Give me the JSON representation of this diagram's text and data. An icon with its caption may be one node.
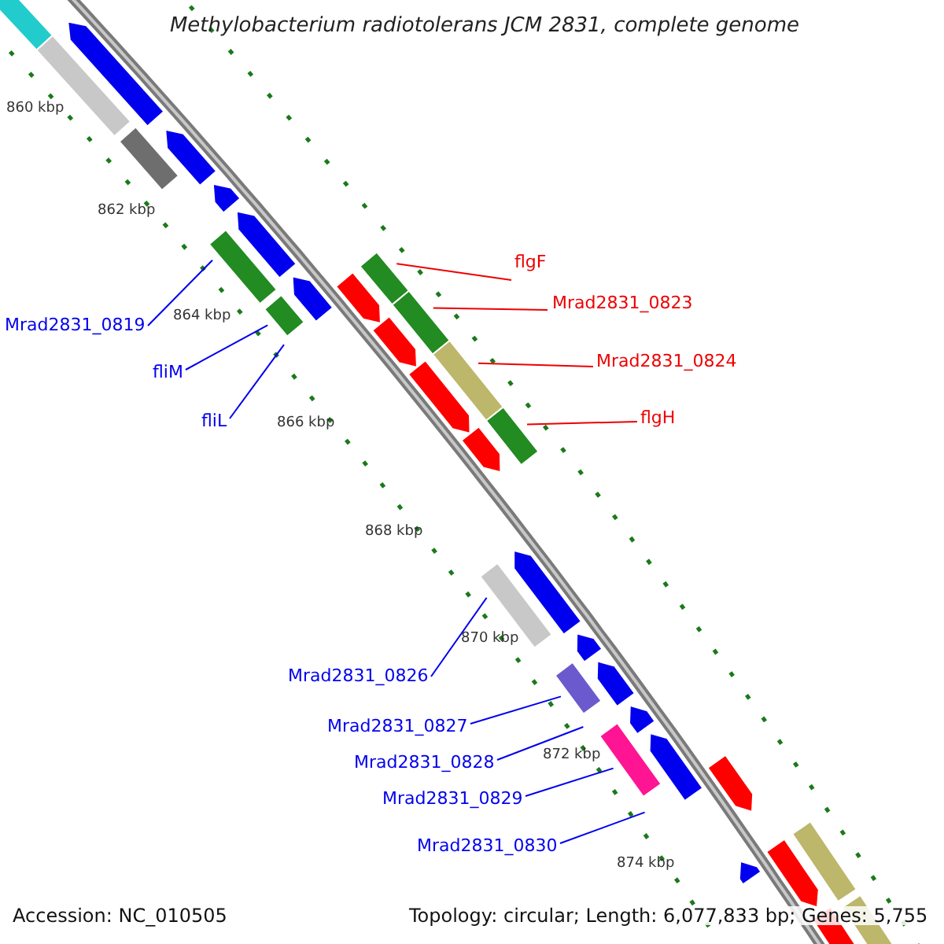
{
  "diagram": {
    "title": "Methylobacterium radiotolerans JCM 2831, complete genome",
    "nodes": [
      {
        "text": [
          "flgF"
        ]
      },
      {
        "text": [
          "Mrad2831_0823"
        ]
      },
      {
        "text": [
          "Mrad2831_0819"
        ]
      },
      {
        "text": [
          "Mrad2831_0824"
        ]
      },
      {
        "text": [
          "fliM"
        ]
      },
      {
        "text": [
          "flgH"
        ]
      },
      {
        "text": [
          "fliL"
        ]
      },
      {
        "text": [
          "Mrad2831_0826"
        ]
      },
      {
        "text": [
          "Mrad2831_0827"
        ]
      },
      {
        "text": [
          "Mrad2831_0828"
        ]
      },
      {
        "text": [
          "Mrad2831_0829"
        ]
      },
      {
        "text": [
          "Mrad2831_0830"
        ]
      }
    ],
    "edges": [
      {
        "from": 0,
        "to": null,
        "arrow": "none",
        "color": "#ee0000"
      },
      {
        "from": 1,
        "to": null,
        "arrow": "none",
        "color": "#ee0000"
      },
      {
        "from": 2,
        "to": null,
        "arrow": "none"
      },
      {
        "from": 3,
        "to": null,
        "arrow": "none",
        "color": "#ee0000"
      },
      {
        "from": 4,
        "to": null,
        "arrow": "none"
      },
      {
        "from": 5,
        "to": null,
        "arrow": "none",
        "color": "#ee0000"
      },
      {
        "from": 6,
        "to": null,
        "arrow": "none"
      },
      {
        "from": 7,
        "to": null,
        "arrow": "none"
      },
      {
        "from": 8,
        "to": null,
        "arrow": "none"
      },
      {
        "from": 9,
        "to": null,
        "arrow": "none"
      },
      {
        "from": 10,
        "to": null,
        "arrow": "none"
      },
      {
        "from": 11,
        "to": null,
        "arrow": "none"
      }
    ],
    "labels": [
      "860 kbp",
      "862 kbp",
      "864 kbp",
      "866 kbp",
      "868 kbp",
      "870 kbp",
      "872 kbp",
      "874 kbp",
      "Accession: NC_010505",
      "Topology: circular; Length: 6,077,833 bp; Genes: 5,755"
    ]
  }
}
